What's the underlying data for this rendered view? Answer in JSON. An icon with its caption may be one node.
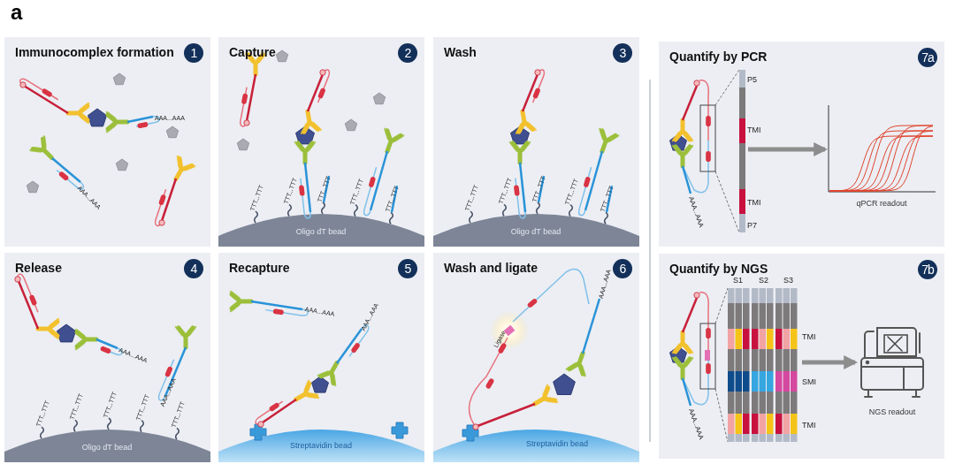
{
  "diagram": {
    "nodes": [
      {
        "text": [
          "Immunocomplex formation",
          "1"
        ]
      },
      {
        "text": [
          "Capture",
          "2"
        ]
      },
      {
        "text": [
          "Wash",
          "3"
        ]
      },
      {
        "text": [
          "Release",
          "4"
        ]
      },
      {
        "text": [
          "Recapture",
          "5"
        ]
      },
      {
        "text": [
          "Wash and ligate",
          "6"
        ]
      },
      {
        "text": [
          "Quantify by PCR",
          "7a"
        ]
      },
      {
        "text": [
          "Quantify by NGS",
          "7b"
        ]
      },
      {
        "text": [],
        "shape": "bar",
        "in": 6
      },
      {
        "text": [],
        "shape": "picture",
        "in": 6,
        "beside": [
          "qPCR readout"
        ]
      },
      {
        "text": [],
        "shape": "bar",
        "in": 7
      },
      {
        "text": [],
        "shape": "picture",
        "in": 7,
        "beside": [
          "NGS readout"
        ]
      }
    ],
    "edges": [
      {
        "from": 8,
        "to": 9,
        "arrow": "to"
      },
      {
        "from": 10,
        "to": 11,
        "arrow": "to"
      }
    ],
    "labels": [
      "a",
      "AAA...AAA",
      "AAA...AAA",
      "TTT...TTT",
      "TTT...TTT",
      "TTT...TTT",
      "TTT...TTT",
      "TTT...TTT",
      "Oligo dT bead",
      "TTT...TTT",
      "TTT...TTT",
      "TTT...TTT",
      "TTT...TTT",
      "TTT...TTT",
      "Oligo dT bead",
      "P5",
      "TMI",
      "TMI",
      "P7",
      "AAA...AAA",
      "AAA...AAA",
      "AAA...AAA",
      "TTT...TTT",
      "TTT...TTT",
      "TTT...TTT",
      "TTT...TTT",
      "TTT...TTT",
      "Oligo dT bead",
      "AAA...AAA",
      "AAA...AAA",
      "Streptavidin bead",
      "AAA...AAA",
      "Ligase",
      "Streptavidin bead",
      "S1",
      "S2",
      "S3",
      "TMI",
      "SMI",
      "TMI",
      "AAA...AAA"
    ]
  }
}
